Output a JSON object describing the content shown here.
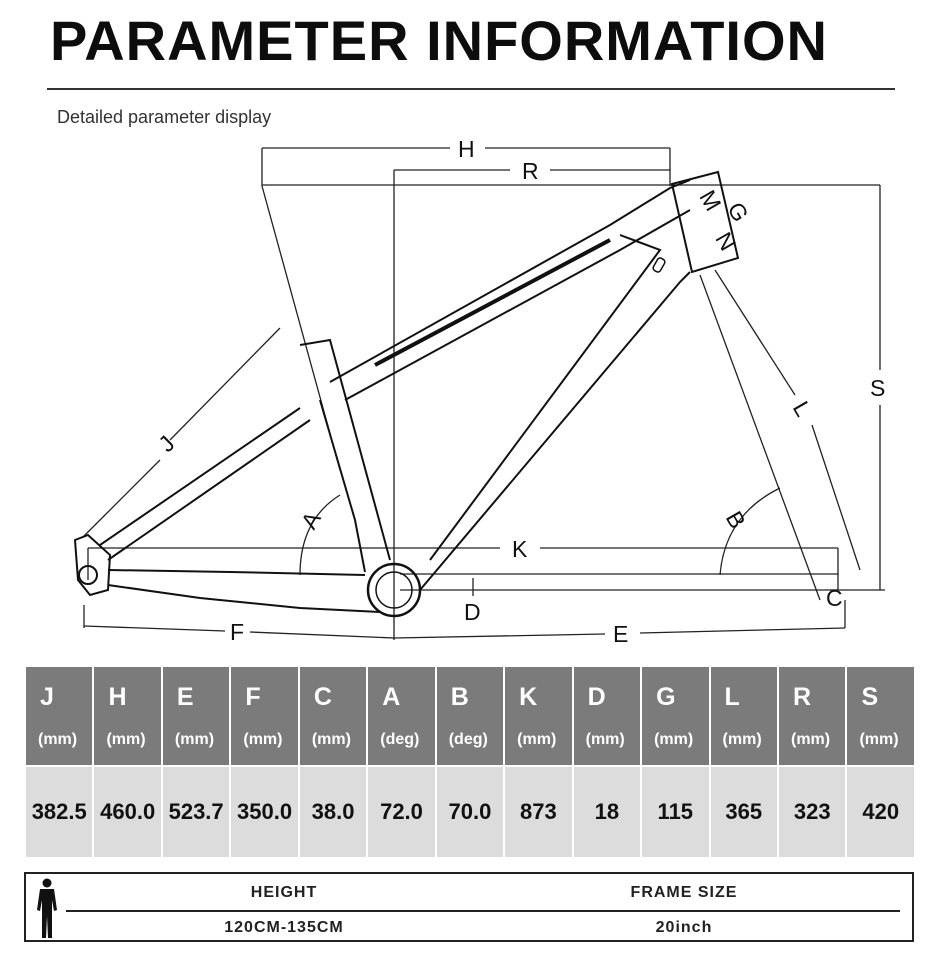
{
  "header": {
    "title": "PARAMETER INFORMATION",
    "subtitle": "Detailed parameter display"
  },
  "diagram": {
    "labels": {
      "H": "H",
      "R": "R",
      "M": "M",
      "G": "G",
      "N": "N",
      "S": "S",
      "L": "L",
      "J": "J",
      "A": "A",
      "B": "B",
      "K": "K",
      "C": "C",
      "D": "D",
      "F": "F",
      "E": "E"
    }
  },
  "params": {
    "columns": [
      {
        "letter": "J",
        "unit": "(mm)",
        "value": "382.5"
      },
      {
        "letter": "H",
        "unit": "(mm)",
        "value": "460.0"
      },
      {
        "letter": "E",
        "unit": "(mm)",
        "value": "523.7"
      },
      {
        "letter": "F",
        "unit": "(mm)",
        "value": "350.0"
      },
      {
        "letter": "C",
        "unit": "(mm)",
        "value": "38.0"
      },
      {
        "letter": "A",
        "unit": "(deg)",
        "value": "72.0"
      },
      {
        "letter": "B",
        "unit": "(deg)",
        "value": "70.0"
      },
      {
        "letter": "K",
        "unit": "(mm)",
        "value": "873"
      },
      {
        "letter": "D",
        "unit": "(mm)",
        "value": "18"
      },
      {
        "letter": "G",
        "unit": "(mm)",
        "value": "115"
      },
      {
        "letter": "L",
        "unit": "(mm)",
        "value": "365"
      },
      {
        "letter": "R",
        "unit": "(mm)",
        "value": "323"
      },
      {
        "letter": "S",
        "unit": "(mm)",
        "value": "420"
      }
    ]
  },
  "size_chart": {
    "height_label": "HEIGHT",
    "frame_size_label": "FRAME SIZE",
    "height_value": "120CM-135CM",
    "frame_size_value": "20inch"
  }
}
